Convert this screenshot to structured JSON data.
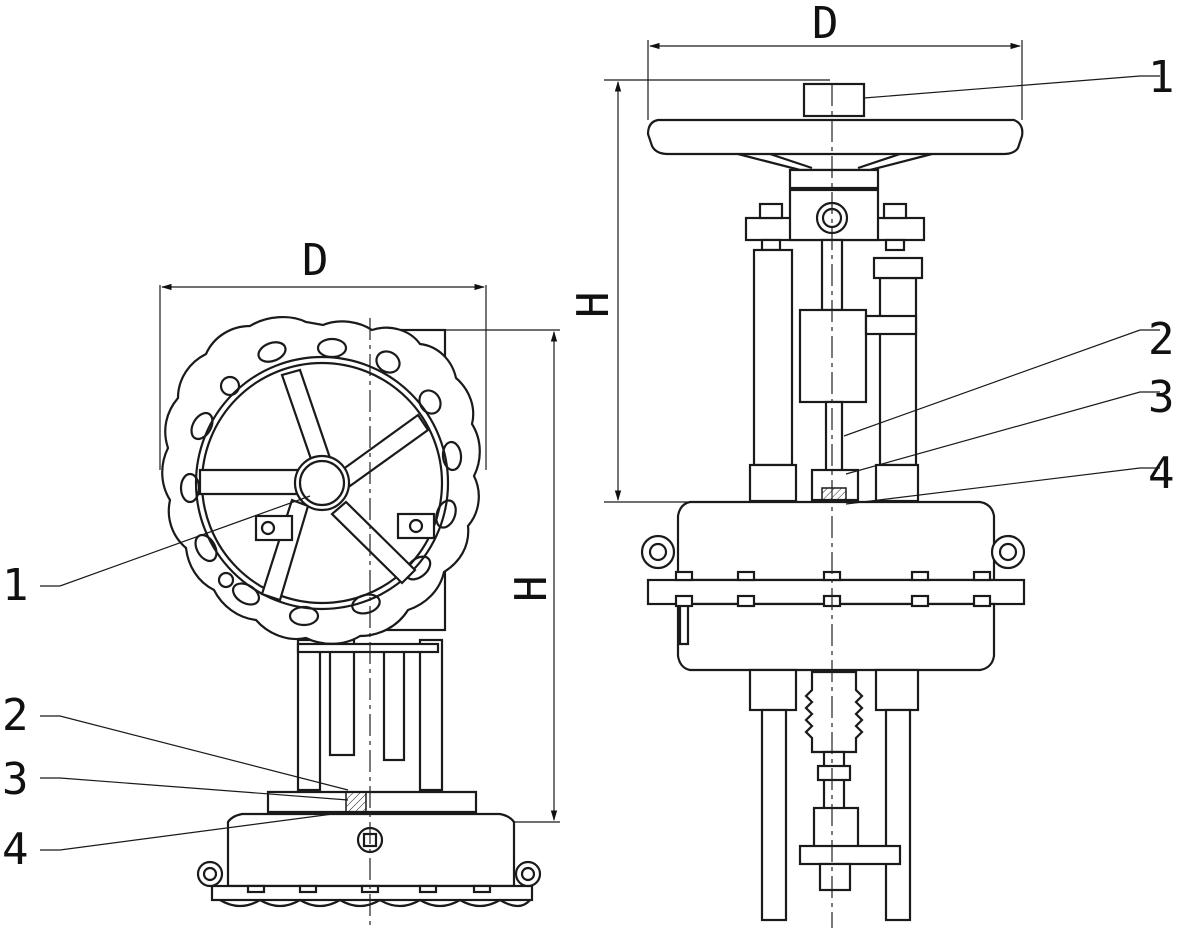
{
  "drawing": {
    "title": "Valve actuator with handwheel — side and front views",
    "dimension_labels": {
      "left_width": "D",
      "left_height": "H",
      "right_width": "D",
      "right_height": "H"
    },
    "left_view_callouts": [
      "1",
      "2",
      "3",
      "4"
    ],
    "right_view_callouts": [
      "1",
      "2",
      "3",
      "4"
    ]
  }
}
